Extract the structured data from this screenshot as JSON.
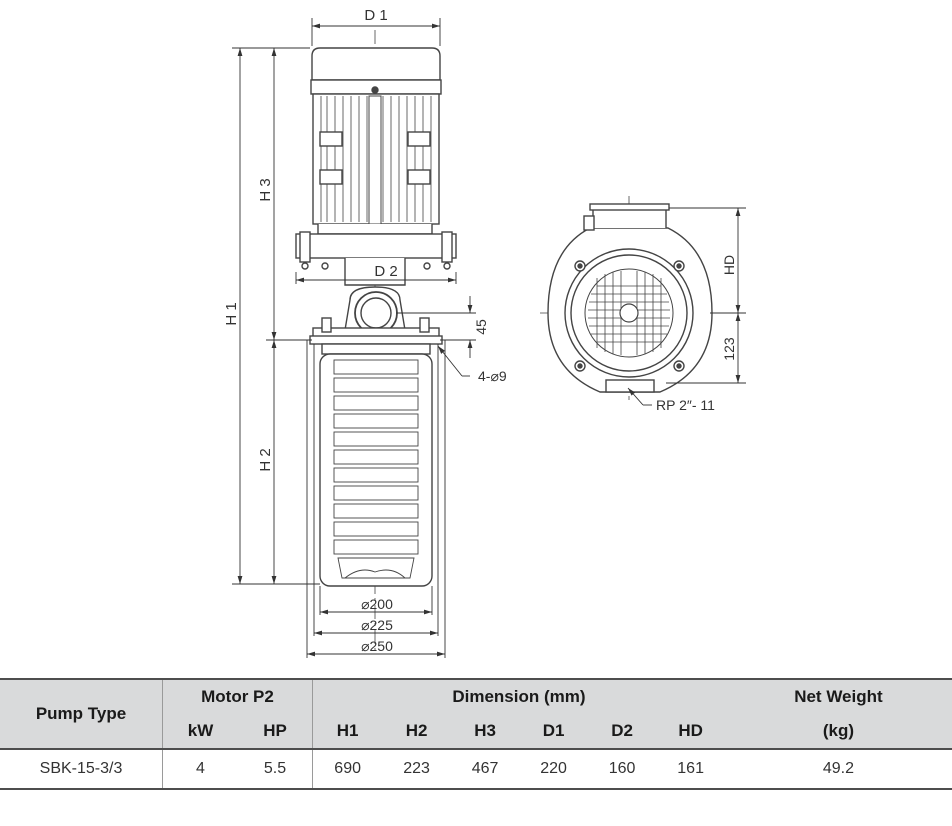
{
  "drawing": {
    "labels": {
      "d1": "D 1",
      "d2": "D 2",
      "h1": "H 1",
      "h2": "H 2",
      "h3": "H 3",
      "hd": "HD",
      "dim_45": "45",
      "dim_123": "123",
      "holes": "4-⌀9",
      "dia_200": "⌀200",
      "dia_225": "⌀225",
      "dia_250": "⌀250",
      "outlet": "RP 2″- 11"
    }
  },
  "table": {
    "headers": {
      "pump_type": "Pump Type",
      "motor_p2": "Motor P2",
      "kw": "kW",
      "hp": "HP",
      "dimension": "Dimension (mm)",
      "net_weight": "Net Weight",
      "h1": "H1",
      "h2": "H2",
      "h3": "H3",
      "d1": "D1",
      "d2": "D2",
      "hd": "HD",
      "kg": "(kg)"
    },
    "rows": [
      {
        "pump_type": "SBK-15-3/3",
        "kw": "4",
        "hp": "5.5",
        "h1": "690",
        "h2": "223",
        "h3": "467",
        "d1": "220",
        "d2": "160",
        "hd": "161",
        "weight": "49.2"
      }
    ]
  }
}
